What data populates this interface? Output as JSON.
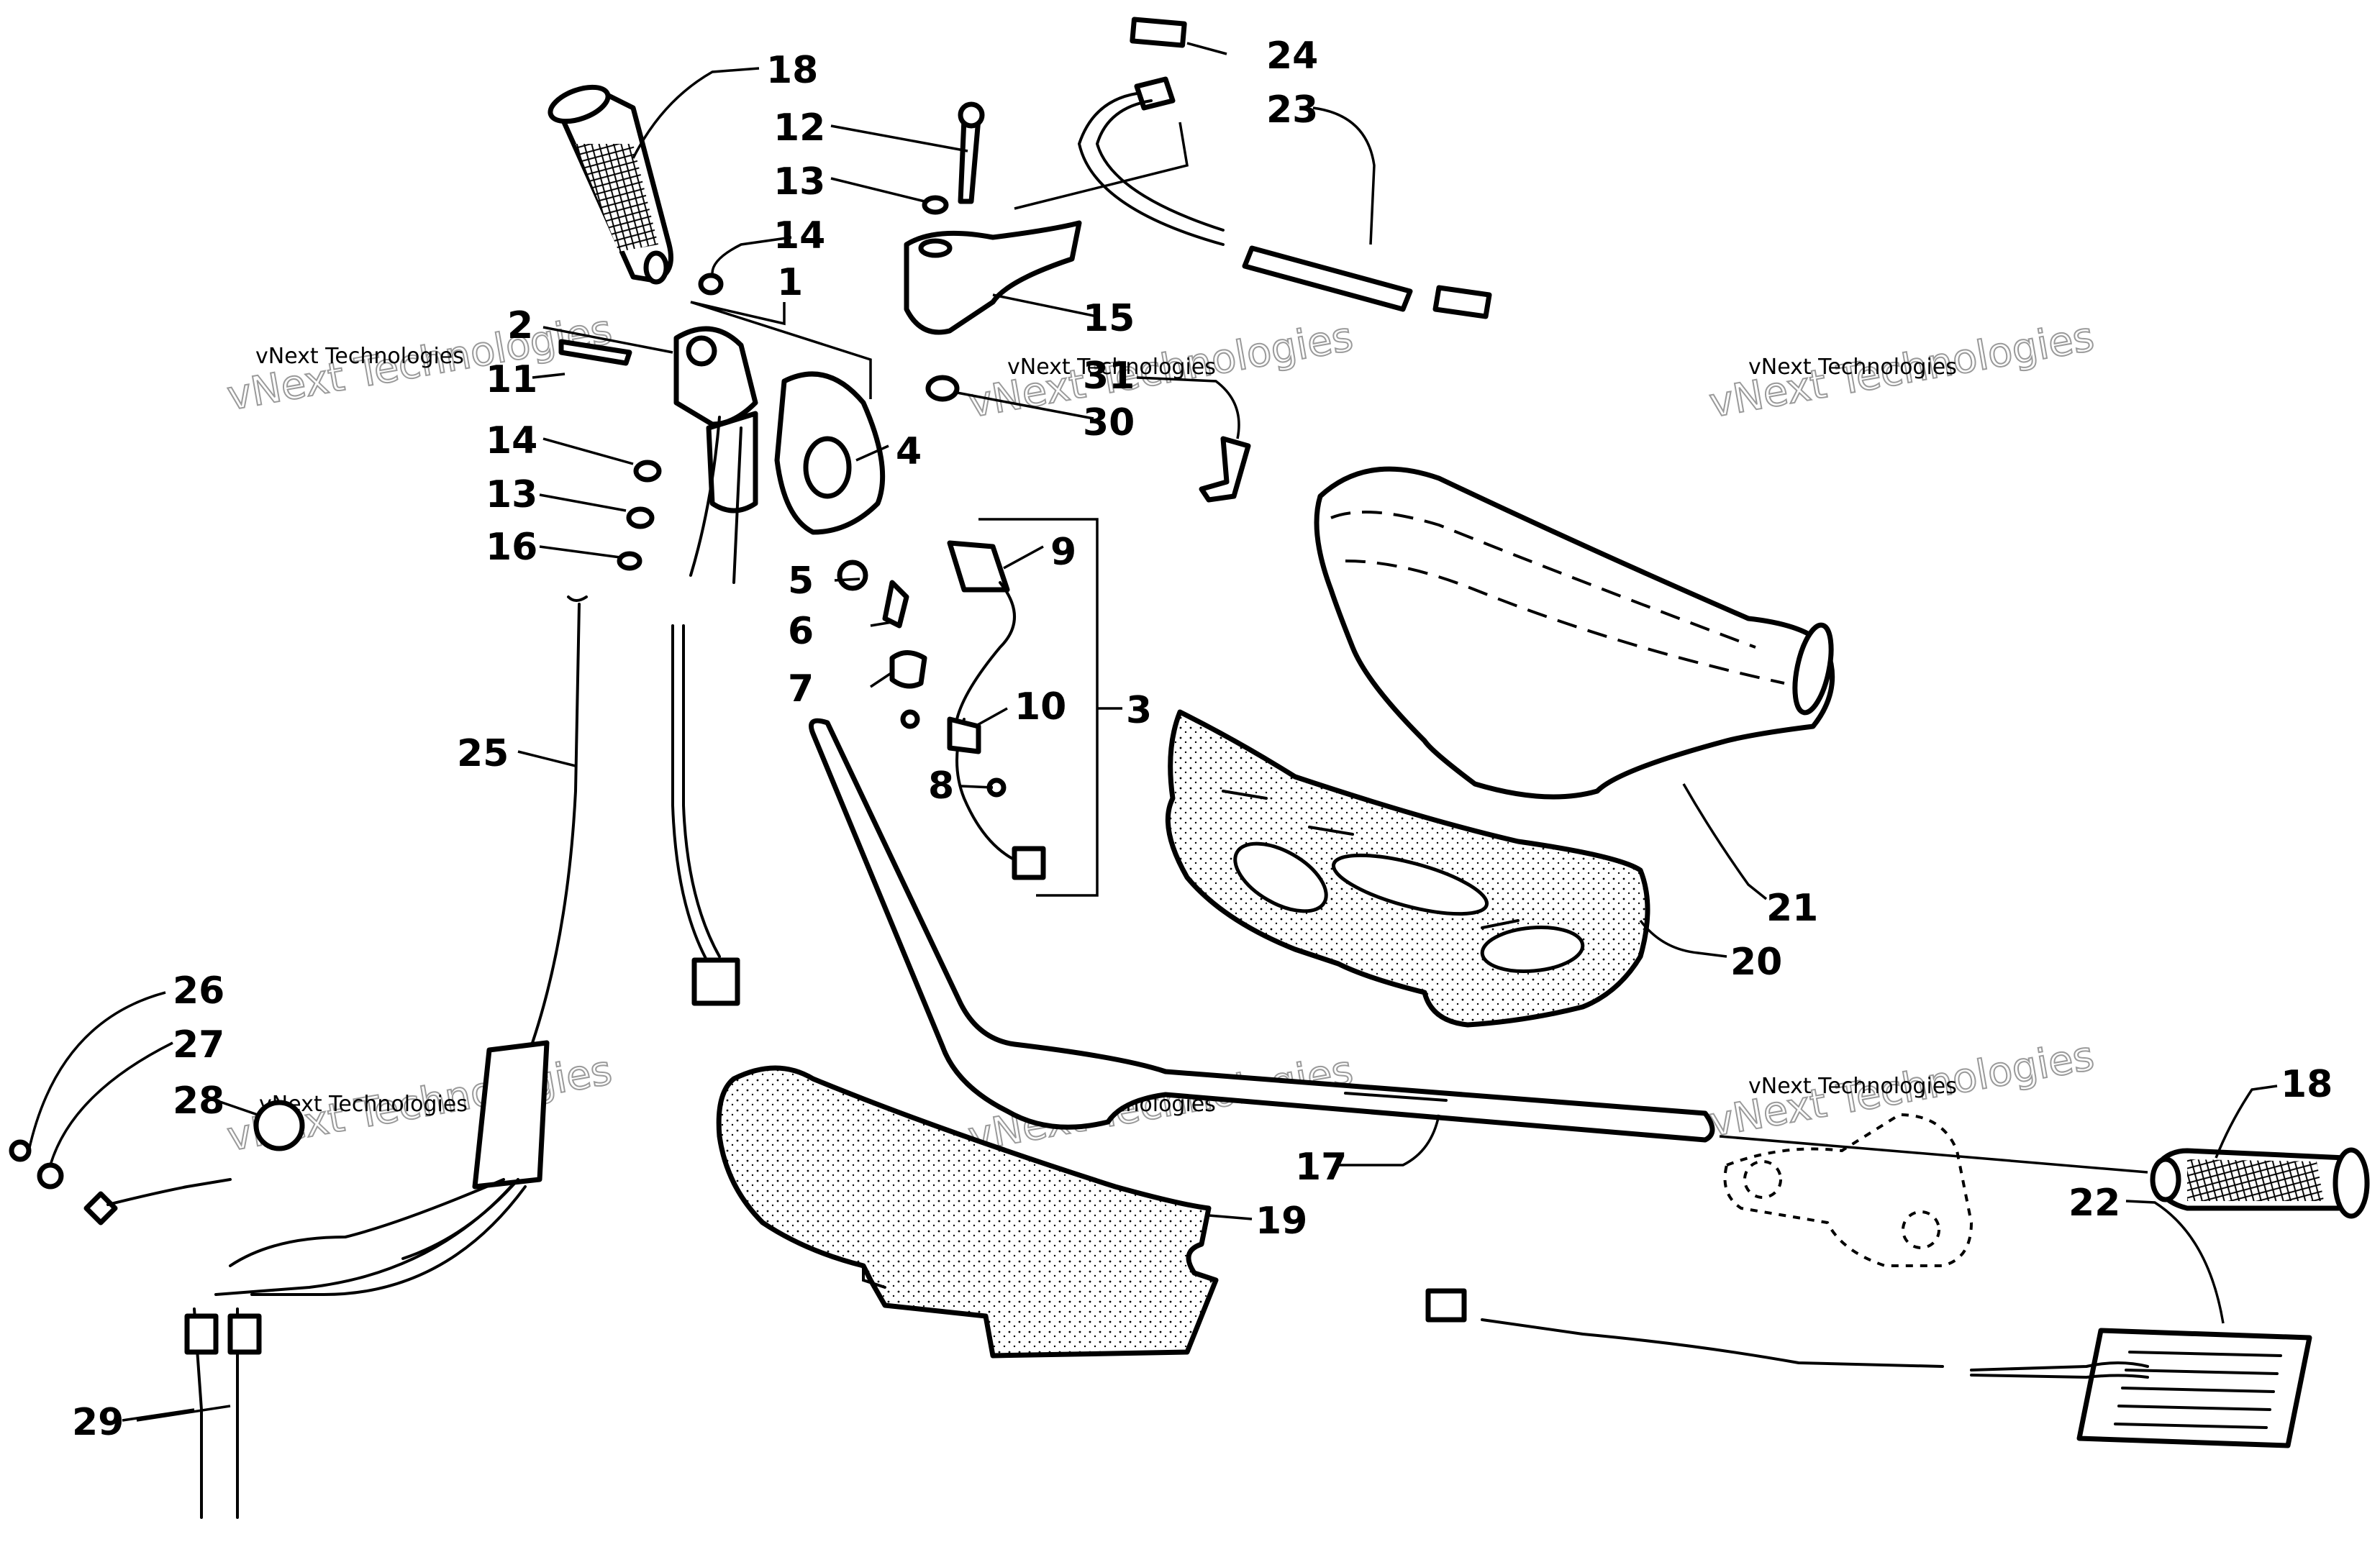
{
  "diagram": {
    "callouts": [
      {
        "id": "c18a",
        "label": "18"
      },
      {
        "id": "c12",
        "label": "12"
      },
      {
        "id": "c13a",
        "label": "13"
      },
      {
        "id": "c14a",
        "label": "14"
      },
      {
        "id": "c1",
        "label": "1"
      },
      {
        "id": "c2",
        "label": "2"
      },
      {
        "id": "c11",
        "label": "11"
      },
      {
        "id": "c14b",
        "label": "14"
      },
      {
        "id": "c13b",
        "label": "13"
      },
      {
        "id": "c16",
        "label": "16"
      },
      {
        "id": "c24",
        "label": "24"
      },
      {
        "id": "c23",
        "label": "23"
      },
      {
        "id": "c15",
        "label": "15"
      },
      {
        "id": "c31",
        "label": "31"
      },
      {
        "id": "c30",
        "label": "30"
      },
      {
        "id": "c4",
        "label": "4"
      },
      {
        "id": "c9",
        "label": "9"
      },
      {
        "id": "c5",
        "label": "5"
      },
      {
        "id": "c6",
        "label": "6"
      },
      {
        "id": "c7",
        "label": "7"
      },
      {
        "id": "c10",
        "label": "10"
      },
      {
        "id": "c3",
        "label": "3"
      },
      {
        "id": "c8",
        "label": "8"
      },
      {
        "id": "c25",
        "label": "25"
      },
      {
        "id": "c26",
        "label": "26"
      },
      {
        "id": "c27",
        "label": "27"
      },
      {
        "id": "c28",
        "label": "28"
      },
      {
        "id": "c29",
        "label": "29"
      },
      {
        "id": "c21",
        "label": "21"
      },
      {
        "id": "c20",
        "label": "20"
      },
      {
        "id": "c17",
        "label": "17"
      },
      {
        "id": "c19",
        "label": "19"
      },
      {
        "id": "c18b",
        "label": "18"
      },
      {
        "id": "c22",
        "label": "22"
      }
    ],
    "watermarks": [
      {
        "small": "vNext Technologies",
        "big": "vNext Technologies"
      },
      {
        "small": "vNext Technologies",
        "big": "vNext Technologies"
      },
      {
        "small": "vNext Technologies",
        "big": "vNext Technologies"
      },
      {
        "small": "vNext Technologies",
        "big": "vNext Technologies"
      },
      {
        "small": "vNext Technologies",
        "big": "vNext Technologies"
      },
      {
        "small": "vNext Technologies",
        "big": "vNext Technologies"
      }
    ]
  }
}
